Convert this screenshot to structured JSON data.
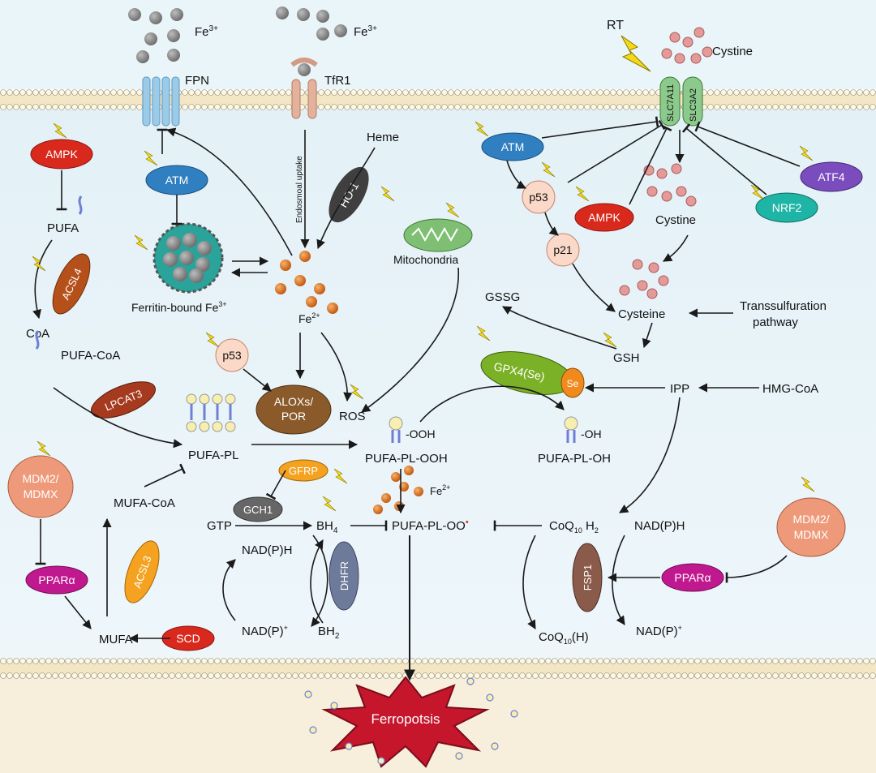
{
  "labels": {
    "fe3_left": "Fe",
    "fe3_left_sup": "3+",
    "fe3_mid": "Fe",
    "fe3_mid_sup": "3+",
    "fpn": "FPN",
    "tfr1": "TfR1",
    "endosomal": "Endosmoal uptake",
    "heme": "Heme",
    "ho1": "HO-1",
    "ampk_left": "AMPK",
    "atm_left": "ATM",
    "pufa": "PUFA",
    "acsl4": "ACSL4",
    "ferritin": "Ferritin-bound Fe",
    "ferritin_sup": "3+",
    "fe2": "Fe",
    "fe2_sup": "2+",
    "coa": "CoA",
    "pufa_coa": "PUFA-CoA",
    "lpcat3": "LPCAT3",
    "p53_mid": "p53",
    "aloxs1": "ALOXs/",
    "aloxs2": "POR",
    "ros": "ROS",
    "mito": "Mitochondria",
    "pufa_pl": "PUFA-PL",
    "pufa_pl_ooh": "PUFA-PL-OOH",
    "ooh": "-OOH",
    "oh": "-OH",
    "pufa_pl_oh": "PUFA-PL-OH",
    "mdm2_left_1": "MDM2/",
    "mdm2_left_2": "MDMX",
    "mufa_coa": "MUFA-CoA",
    "gfrp": "GFRP",
    "gch1": "GCH1",
    "fe2b": "Fe",
    "fe2b_sup": "2+",
    "gtp": "GTP",
    "bh4": "BH",
    "bh4_sub": "4",
    "pufa_pl_oo": "PUFA-PL-OO",
    "nadph_left": "NAD(P)H",
    "dhfr": "DHFR",
    "ppar_left": "PPARα",
    "acsl3": "ACSL3",
    "nadp_left": "NAD(P)",
    "nadp_left_sup": "+",
    "bh2": "BH",
    "bh2_sub": "2",
    "mufa": "MUFA",
    "scd": "SCD",
    "rt": "RT",
    "cystine_top": "Cystine",
    "slc7a11": "SLC7A11",
    "slc3a2": "SLC3A2",
    "atm_right": "ATM",
    "p53_right": "p53",
    "ampk_right": "AMPK",
    "p21": "p21",
    "cystine_mid": "Cystine",
    "atf4": "ATF4",
    "nrf2": "NRF2",
    "gssg": "GSSG",
    "cysteine": "Cysteine",
    "trans1": "Transsulfuration",
    "trans2": "pathway",
    "gsh": "GSH",
    "gpx4": "GPX4(Se)",
    "se": "Se",
    "ipp": "IPP",
    "hmgcoa": "HMG-CoA",
    "coq_h2": "CoQ",
    "coq_h2_sub": "10",
    "coq_h2_tail": " H",
    "coq_h2_tail_sub": "2",
    "nadph_right": "NAD(P)H",
    "mdm2_right_1": "MDM2/",
    "mdm2_right_2": "MDMX",
    "fsp1": "FSP1",
    "ppar_right": "PPARα",
    "coq_h": "CoQ",
    "coq_h_sub": "10",
    "coq_h_tail": "(H)",
    "nadp_right": "NAD(P)",
    "nadp_right_sup": "+",
    "ferroptosis": "Ferropotsis"
  },
  "colors": {
    "bg_top": "#dff0f6",
    "bg_bottom": "#f7efdc",
    "ampk": "#d9291d",
    "atm": "#2f7fc1",
    "acsl4": "#b5501a",
    "lpcat3": "#a63a1e",
    "ho1": "#3f3f3f",
    "aloxs": "#8a5a2b",
    "p53": "#fbd9c8",
    "mdm2": "#ee9a7a",
    "ppar": "#c0198f",
    "acsl3": "#f4a21f",
    "scd": "#d9291d",
    "gfrp": "#f4a21f",
    "gch1": "#666666",
    "dhfr": "#6e7a99",
    "gpx4": "#7bb126",
    "se": "#f08a1c",
    "atf4": "#7a4cbd",
    "nrf2": "#1fb5a6",
    "fsp1": "#8a5a4a",
    "slc": "#8cc98c",
    "fe2": "#d9741c",
    "fe3": "#8c8c8c",
    "cystine": "#e59a9a",
    "burst": "#c5162c"
  }
}
